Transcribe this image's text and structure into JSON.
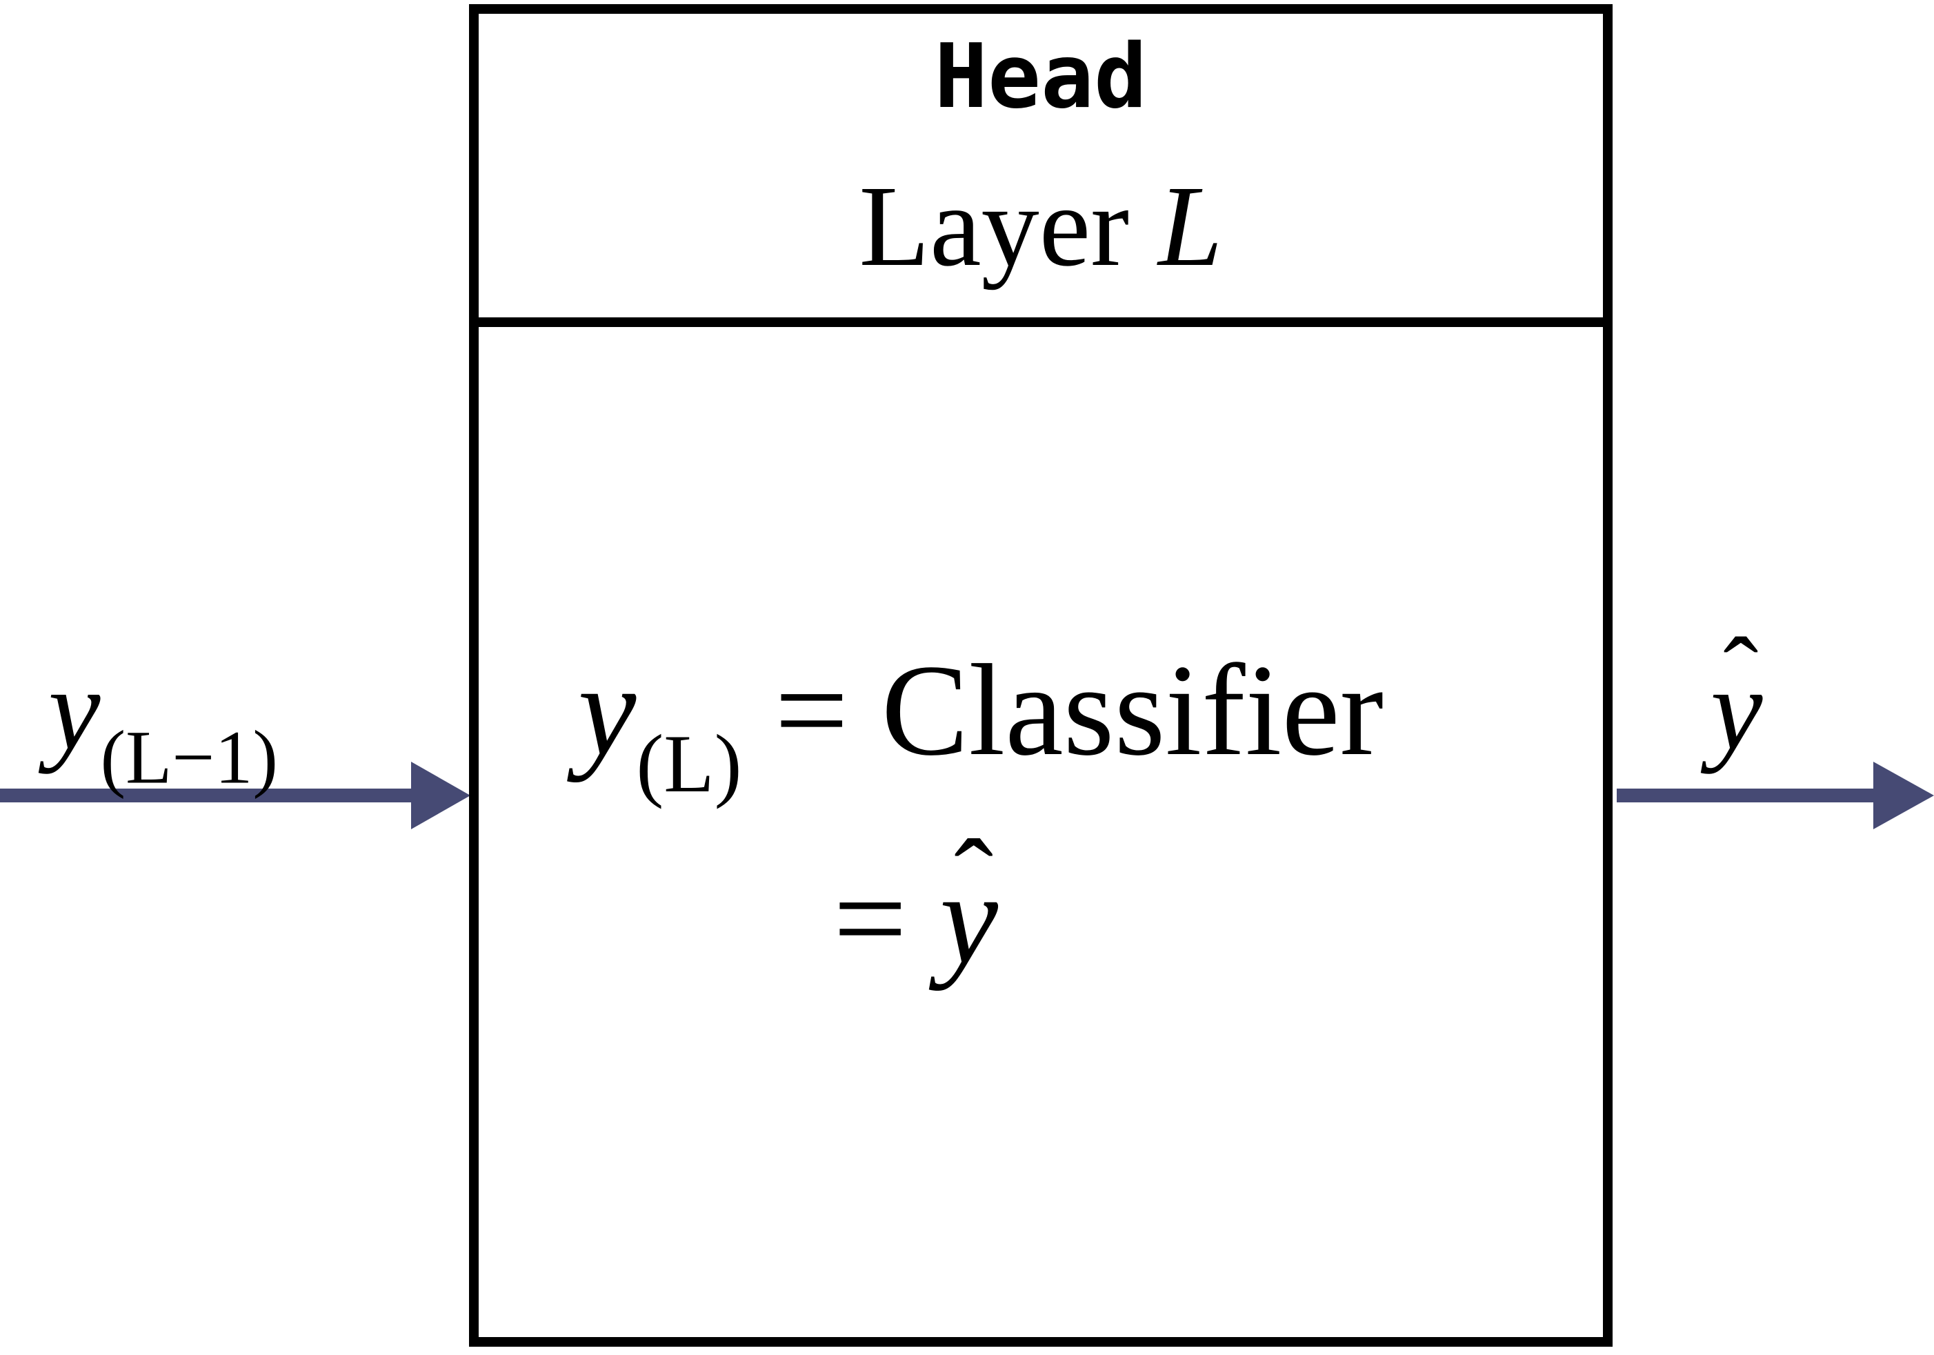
{
  "diagram": {
    "header_title": "Head",
    "layer": {
      "prefix": "Layer ",
      "variable": "L"
    },
    "input": {
      "symbol": "y",
      "subscript": "(L−1)"
    },
    "output": {
      "symbol": "y"
    },
    "equation": {
      "lhs_symbol": "y",
      "lhs_subscript": "(L)",
      "eq_sign": "=",
      "rhs_text": "Classifier",
      "second_eq_sign": "=",
      "second_rhs_symbol": "y"
    },
    "colors": {
      "arrow": "#464a74",
      "box_border": "#000000",
      "background": "#ffffff"
    }
  }
}
